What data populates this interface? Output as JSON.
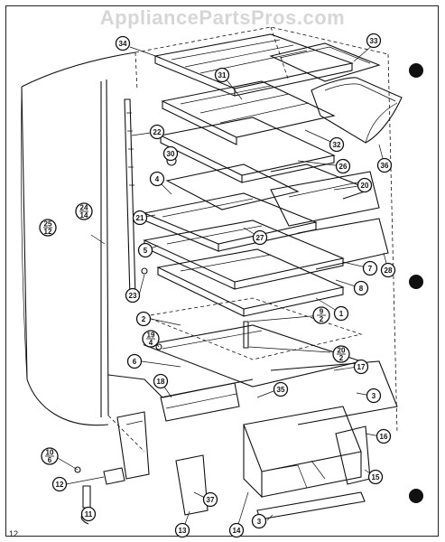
{
  "watermark": "AppliancePartsPros.com",
  "page_number": "12",
  "callouts": [
    {
      "id": "c34",
      "lines": [
        "34"
      ]
    },
    {
      "id": "c33",
      "lines": [
        "33"
      ]
    },
    {
      "id": "c31",
      "lines": [
        "31"
      ]
    },
    {
      "id": "c22",
      "lines": [
        "22"
      ]
    },
    {
      "id": "c32",
      "lines": [
        "32"
      ]
    },
    {
      "id": "c30",
      "lines": [
        "30"
      ]
    },
    {
      "id": "c26",
      "lines": [
        "26"
      ]
    },
    {
      "id": "c36",
      "lines": [
        "36"
      ]
    },
    {
      "id": "c4",
      "lines": [
        "4"
      ]
    },
    {
      "id": "c20a",
      "lines": [
        "20"
      ]
    },
    {
      "id": "c21",
      "lines": [
        "21"
      ]
    },
    {
      "id": "c24-14",
      "lines": [
        "24",
        "14"
      ]
    },
    {
      "id": "c25-12",
      "lines": [
        "25",
        "12"
      ]
    },
    {
      "id": "c27",
      "lines": [
        "27"
      ]
    },
    {
      "id": "c5",
      "lines": [
        "5"
      ]
    },
    {
      "id": "c7",
      "lines": [
        "7"
      ]
    },
    {
      "id": "c28",
      "lines": [
        "28"
      ]
    },
    {
      "id": "c8",
      "lines": [
        "8"
      ]
    },
    {
      "id": "c23",
      "lines": [
        "23"
      ]
    },
    {
      "id": "c1",
      "lines": [
        "1"
      ]
    },
    {
      "id": "c9-2",
      "lines": [
        "9",
        "2"
      ]
    },
    {
      "id": "c2",
      "lines": [
        "2"
      ]
    },
    {
      "id": "c19-4",
      "lines": [
        "19",
        "4"
      ]
    },
    {
      "id": "c20-2",
      "lines": [
        "20",
        "2"
      ]
    },
    {
      "id": "c6",
      "lines": [
        "6"
      ]
    },
    {
      "id": "c17",
      "lines": [
        "17"
      ]
    },
    {
      "id": "c18",
      "lines": [
        "18"
      ]
    },
    {
      "id": "c35",
      "lines": [
        "35"
      ]
    },
    {
      "id": "c3a",
      "lines": [
        "3"
      ]
    },
    {
      "id": "c16",
      "lines": [
        "16"
      ]
    },
    {
      "id": "c10-6",
      "lines": [
        "10",
        "6"
      ]
    },
    {
      "id": "c15",
      "lines": [
        "15"
      ]
    },
    {
      "id": "c12",
      "lines": [
        "12"
      ]
    },
    {
      "id": "c37",
      "lines": [
        "37"
      ]
    },
    {
      "id": "c11",
      "lines": [
        "11"
      ]
    },
    {
      "id": "c13",
      "lines": [
        "13"
      ]
    },
    {
      "id": "c14",
      "lines": [
        "14"
      ]
    },
    {
      "id": "c3b",
      "lines": [
        "3"
      ]
    }
  ]
}
